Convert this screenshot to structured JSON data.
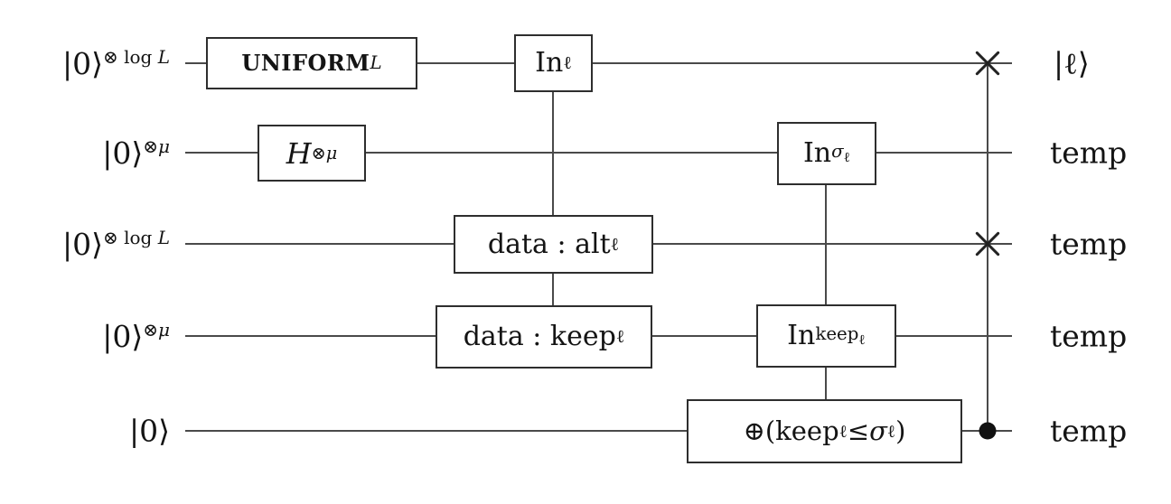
{
  "diagram": {
    "kind": "quantum-circuit",
    "background_color": "#ffffff",
    "wire_color": "#4a4a4a",
    "box_border_color": "#2e2e2e",
    "text_color": "#141414"
  },
  "wires": [
    {
      "input": {
        "base": "|0⟩",
        "sup_roman": "⊗ log ",
        "sup_italic": "L"
      },
      "output": "|ℓ⟩"
    },
    {
      "input": {
        "base": "|0⟩",
        "sup_roman": "⊗",
        "sup_italic": "μ"
      },
      "output": "temp"
    },
    {
      "input": {
        "base": "|0⟩",
        "sup_roman": "⊗ log ",
        "sup_italic": "L"
      },
      "output": "temp"
    },
    {
      "input": {
        "base": "|0⟩",
        "sup_roman": "⊗",
        "sup_italic": "μ"
      },
      "output": "temp"
    },
    {
      "input": {
        "base": "|0⟩"
      },
      "output": "temp"
    }
  ],
  "gates": {
    "uniform": {
      "base": "UNIFORM",
      "sub": "L"
    },
    "in_ell": {
      "base": "In",
      "sub": "ℓ"
    },
    "hadamard": {
      "base": "H",
      "sup_roman": "⊗",
      "sup_italic": "μ"
    },
    "in_sigma": {
      "base": "In",
      "sub": "σ",
      "subsub": "ℓ"
    },
    "data_alt": {
      "base": "data : alt",
      "sub": "ℓ"
    },
    "data_keep": {
      "base": "data : keep",
      "sub": "ℓ"
    },
    "in_keep": {
      "base": "In",
      "sub": "keep",
      "subsub": "ℓ"
    },
    "xor_compare": {
      "p1": "⊕(keep",
      "s1": "ℓ",
      "p2": " ≤ ",
      "sigma": "σ",
      "s2": "ℓ",
      "p3": ")"
    }
  }
}
